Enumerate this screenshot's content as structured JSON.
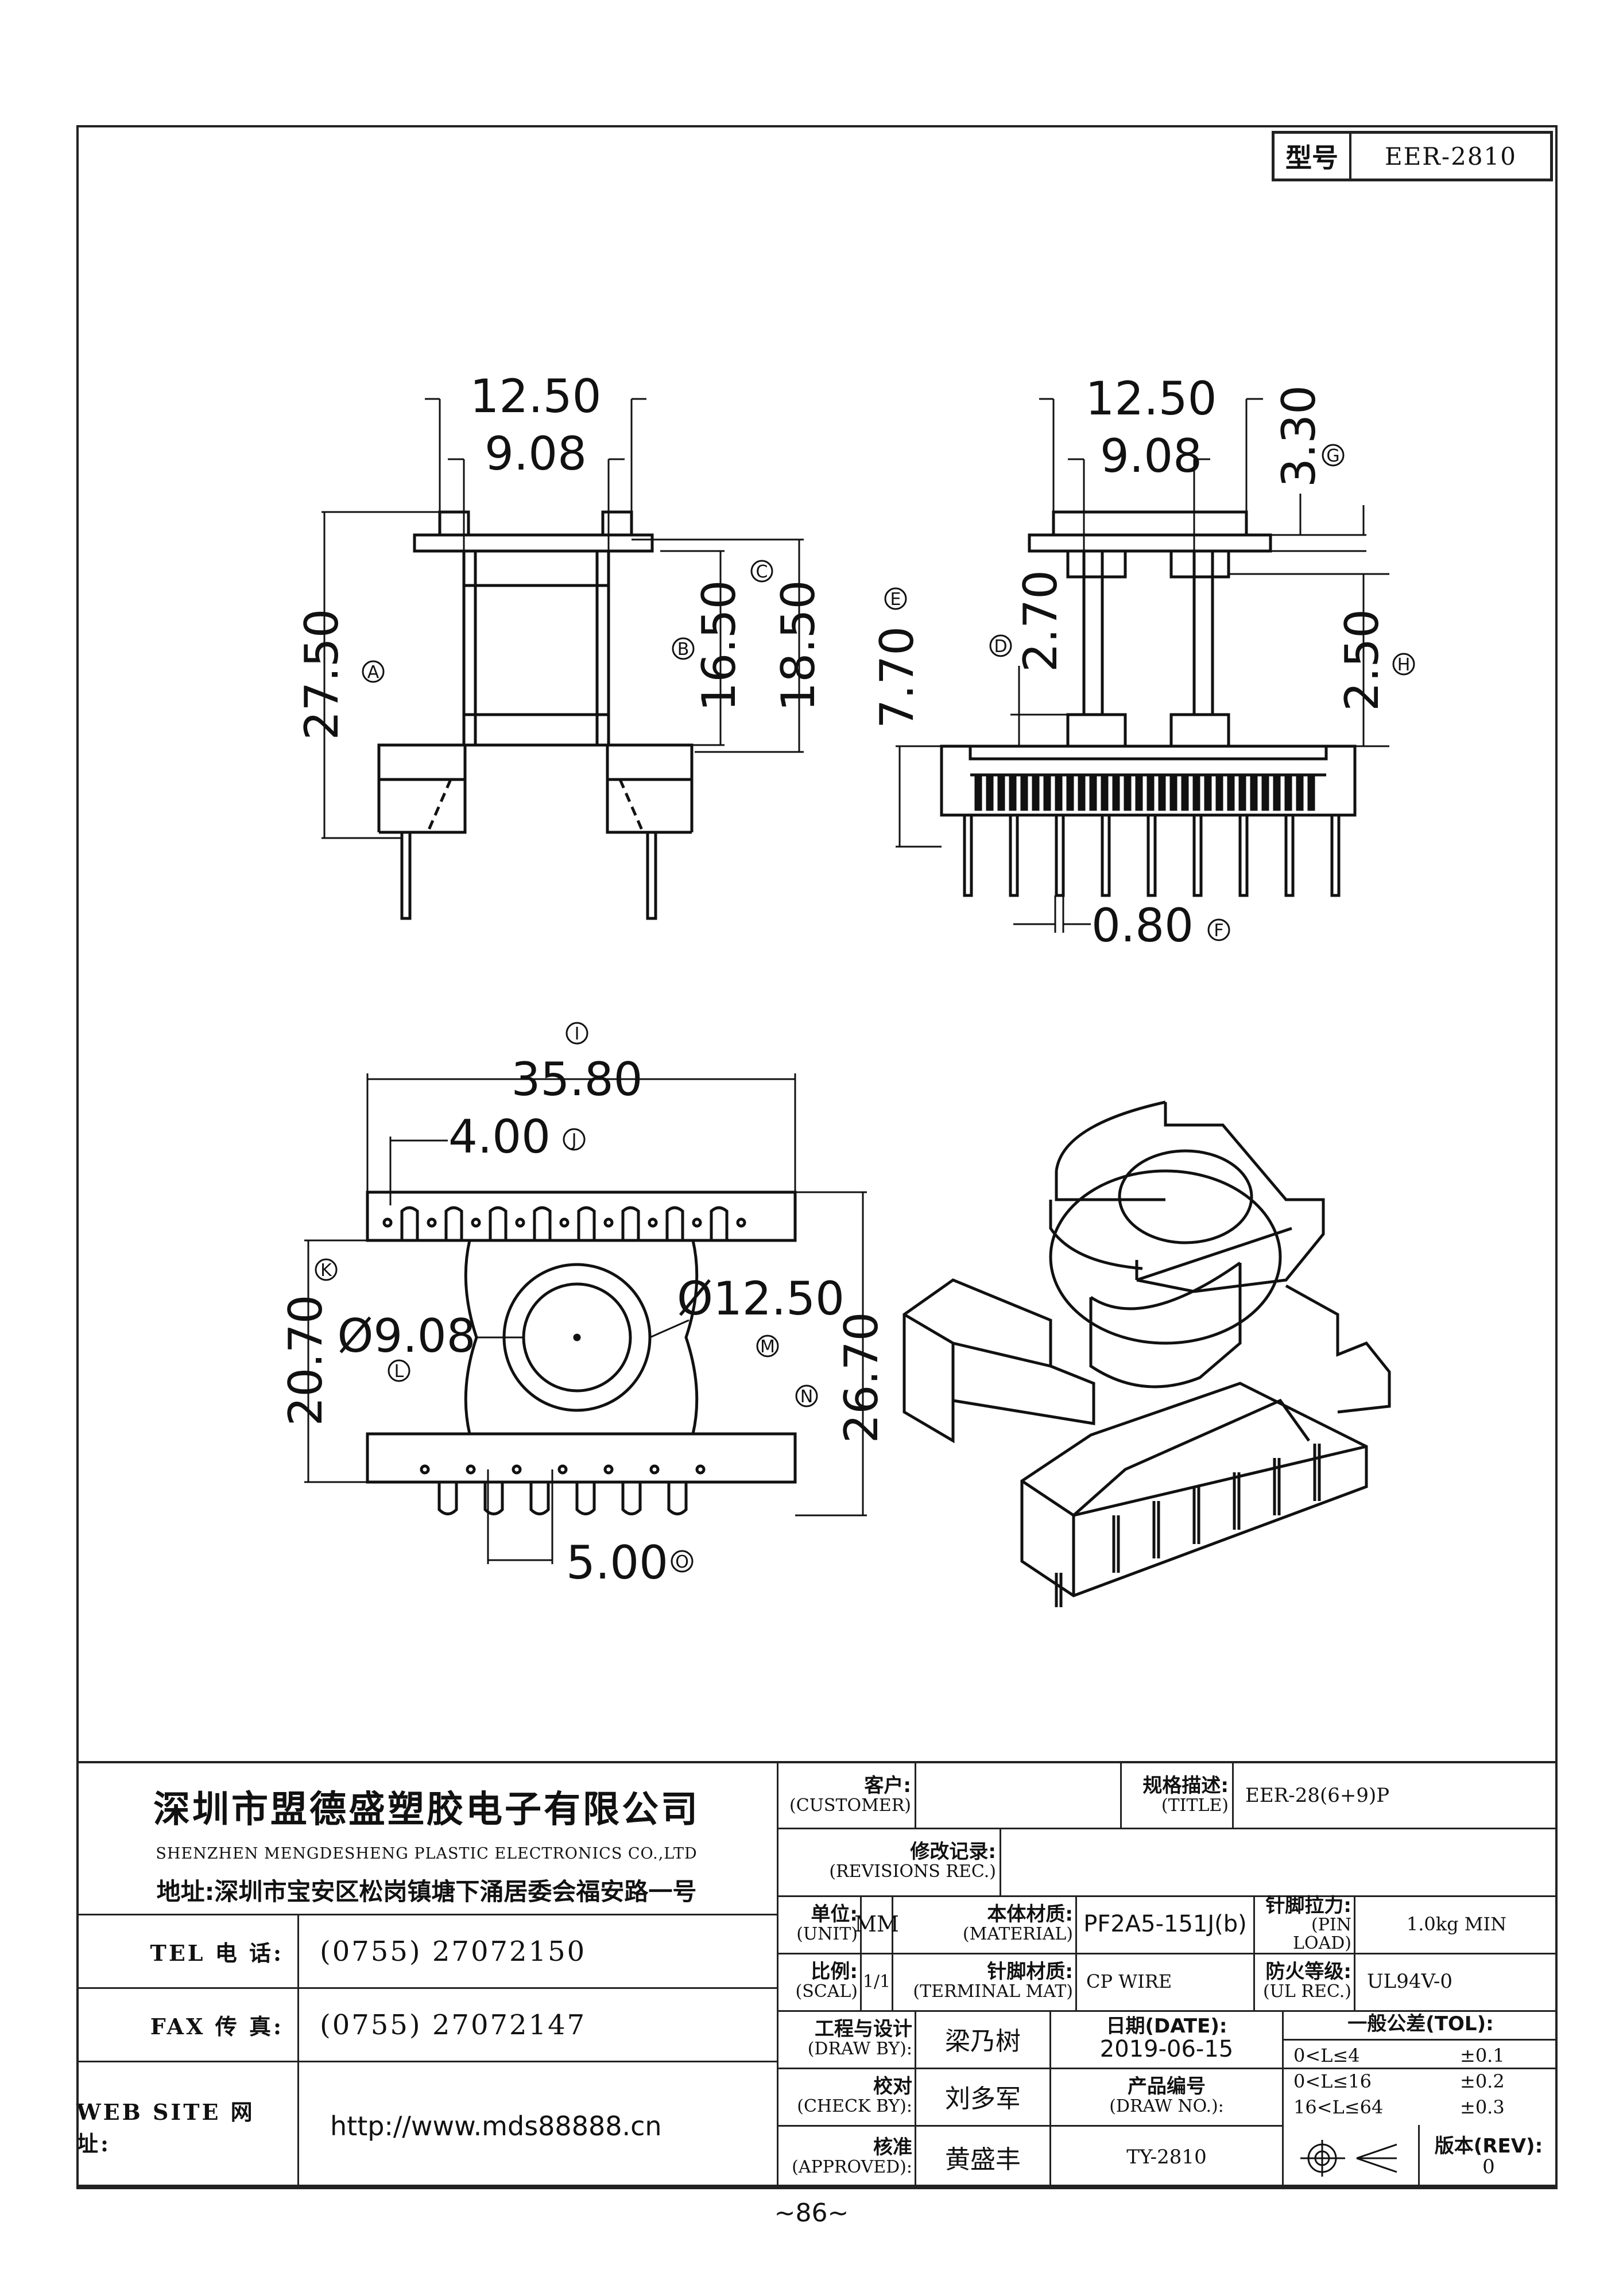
{
  "model": {
    "label": "型号",
    "value": "EER-2810"
  },
  "dimensions": {
    "front": {
      "top_outer": "12.50",
      "top_inner": "9.08",
      "height_total": "27.50",
      "height_b": "16.50",
      "height_c": "18.50",
      "mark_a": "A",
      "mark_b": "B",
      "mark_c": "C"
    },
    "side": {
      "top_outer": "12.50",
      "top_inner": "9.08",
      "flange": "3.30",
      "height_e": "7.70",
      "height_d": "2.70",
      "height_h": "2.50",
      "pin_width": "0.80",
      "mark_g": "G",
      "mark_e": "E",
      "mark_d": "D",
      "mark_h": "H",
      "mark_f": "F"
    },
    "top": {
      "width": "35.80",
      "pitch_top": "4.00",
      "inner_height": "20.70",
      "outer_height": "26.70",
      "inner_dia": "Ø9.08",
      "outer_dia": "Ø12.50",
      "pitch_bottom": "5.00",
      "mark_i": "I",
      "mark_j": "J",
      "mark_k": "K",
      "mark_l": "L",
      "mark_m": "M",
      "mark_n": "N",
      "mark_o": "O"
    }
  },
  "company": {
    "name_zh": "深圳市盟德盛塑胶电子有限公司",
    "name_en": "SHENZHEN MENGDESHENG PLASTIC ELECTRONICS CO.,LTD",
    "address": "地址:深圳市宝安区松岗镇塘下涌居委会福安路一号",
    "tel_label": "TEL 电 话:",
    "tel": "(0755) 27072150",
    "fax_label": "FAX 传 真:",
    "fax": "(0755) 27072147",
    "web_label": "WEB SITE 网 址:",
    "web": "http://www.mds88888.cn"
  },
  "title_block": {
    "customer": {
      "zh": "客户:",
      "en": "(CUSTOMER)",
      "value": ""
    },
    "title": {
      "zh": "规格描述:",
      "en": "(TITLE)",
      "value": "EER-28(6+9)P"
    },
    "revisions": {
      "zh": "修改记录:",
      "en": "(REVISIONS REC.)",
      "value": ""
    },
    "unit": {
      "zh": "单位:",
      "en": "(UNIT)",
      "value": "MM"
    },
    "material": {
      "zh": "本体材质:",
      "en": "(MATERIAL)",
      "value": "PF2A5-151J(b)"
    },
    "pin_load": {
      "zh": "针脚拉力:",
      "en": "(PIN LOAD)",
      "value": "1.0kg MIN"
    },
    "scale": {
      "zh": "比例:",
      "en": "(SCAL)",
      "value": "1/1"
    },
    "terminal": {
      "zh": "针脚材质:",
      "en": "(TERMINAL MAT)",
      "value": "CP WIRE"
    },
    "ul": {
      "zh": "防火等级:",
      "en": "(UL REC.)",
      "value": "UL94V-0"
    },
    "draw_by": {
      "zh": "工程与设计",
      "en": "(DRAW BY):",
      "value": "梁乃树"
    },
    "date": {
      "zh": "日期(DATE):",
      "value": "2019-06-15"
    },
    "check_by": {
      "zh": "校对",
      "en": "(CHECK BY):",
      "value": "刘多军"
    },
    "draw_no": {
      "zh": "产品编号",
      "en": "(DRAW NO.):",
      "value": "TY-2810"
    },
    "approved": {
      "zh": "核准",
      "en": "(APPROVED):",
      "value": "黄盛丰"
    },
    "tolerance": {
      "header": "一般公差(TOL):",
      "rows": [
        {
          "range": "0<L≤4",
          "tol": "±0.1"
        },
        {
          "range": "0<L≤16",
          "tol": "±0.2"
        },
        {
          "range": "16<L≤64",
          "tol": "±0.3"
        }
      ]
    },
    "rev": {
      "zh": "版本(REV):",
      "value": "0"
    }
  },
  "page_number": "~86~"
}
